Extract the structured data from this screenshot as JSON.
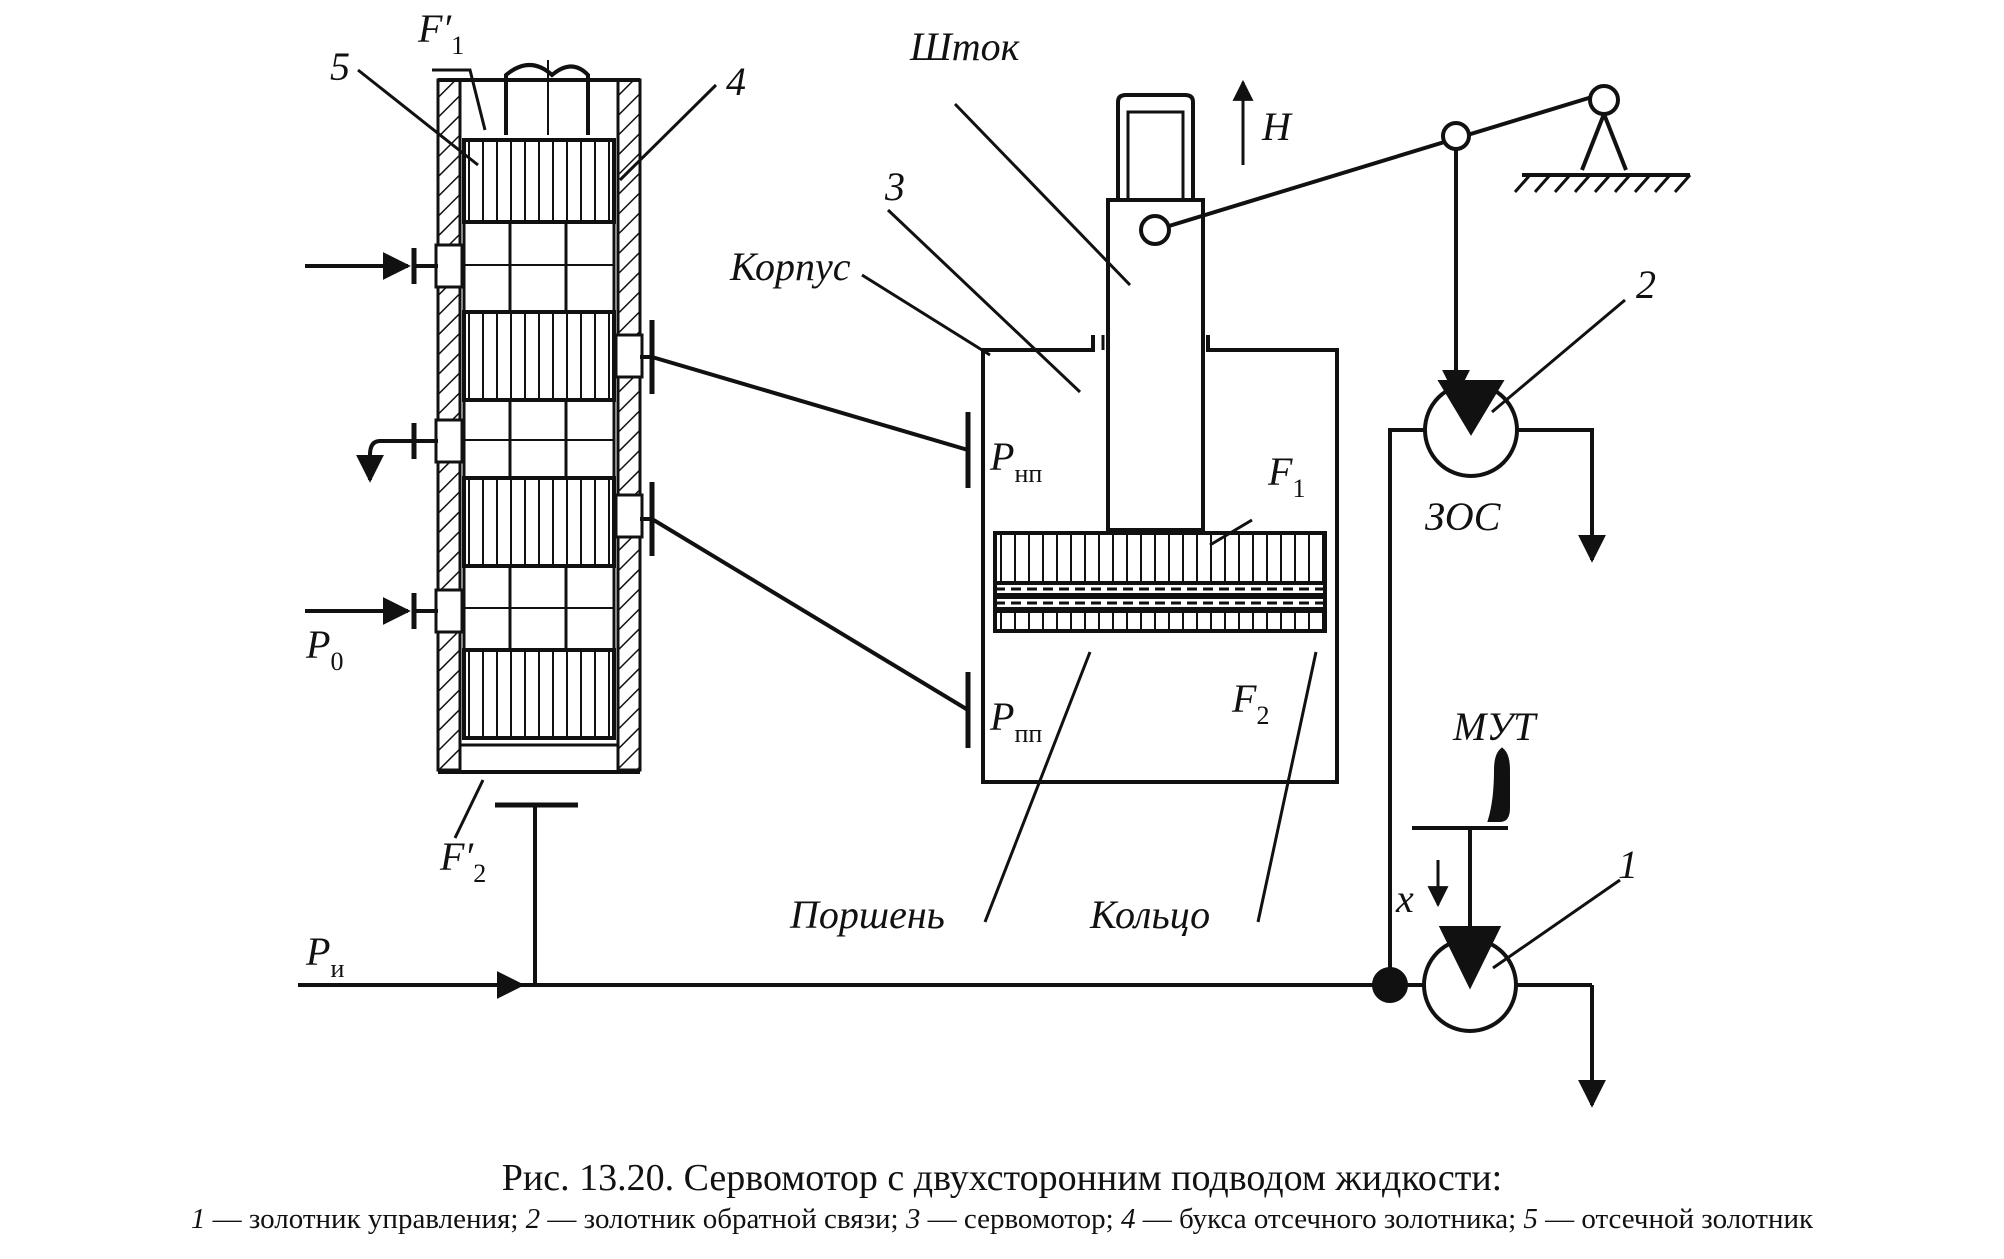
{
  "labels": {
    "stock": "Шток",
    "body": "Корпус",
    "piston": "Поршень",
    "ring": "Кольцо",
    "h": "H",
    "x": "x",
    "zos": "ЗОС",
    "mut": "МУТ",
    "n1": "1",
    "n2": "2",
    "n3": "3",
    "n4": "4",
    "n5": "5",
    "p0": {
      "main": "P",
      "sub": "0"
    },
    "pi": {
      "main": "P",
      "sub": "и"
    },
    "pnp": {
      "main": "P",
      "sub": "нп"
    },
    "ppp": {
      "main": "P",
      "sub": "пп"
    },
    "f1": {
      "main": "F",
      "sub": "1"
    },
    "f2": {
      "main": "F",
      "sub": "2"
    },
    "f1p": {
      "main": "F′",
      "sub": "1"
    },
    "f2p": {
      "main": "F′",
      "sub": "2"
    }
  },
  "caption": {
    "title": "Рис. 13.20. Сервомотор с двухсторонним подводом жидкости:",
    "legend": [
      {
        "num": "1",
        "text": " — золотник управления; "
      },
      {
        "num": "2",
        "text": " — золотник обратной связи; "
      },
      {
        "num": "3",
        "text": " — сервомотор; "
      },
      {
        "num": "4",
        "text": " — букса отсечного золотника; "
      },
      {
        "num": "5",
        "text": " — отсечной золотник"
      }
    ]
  }
}
